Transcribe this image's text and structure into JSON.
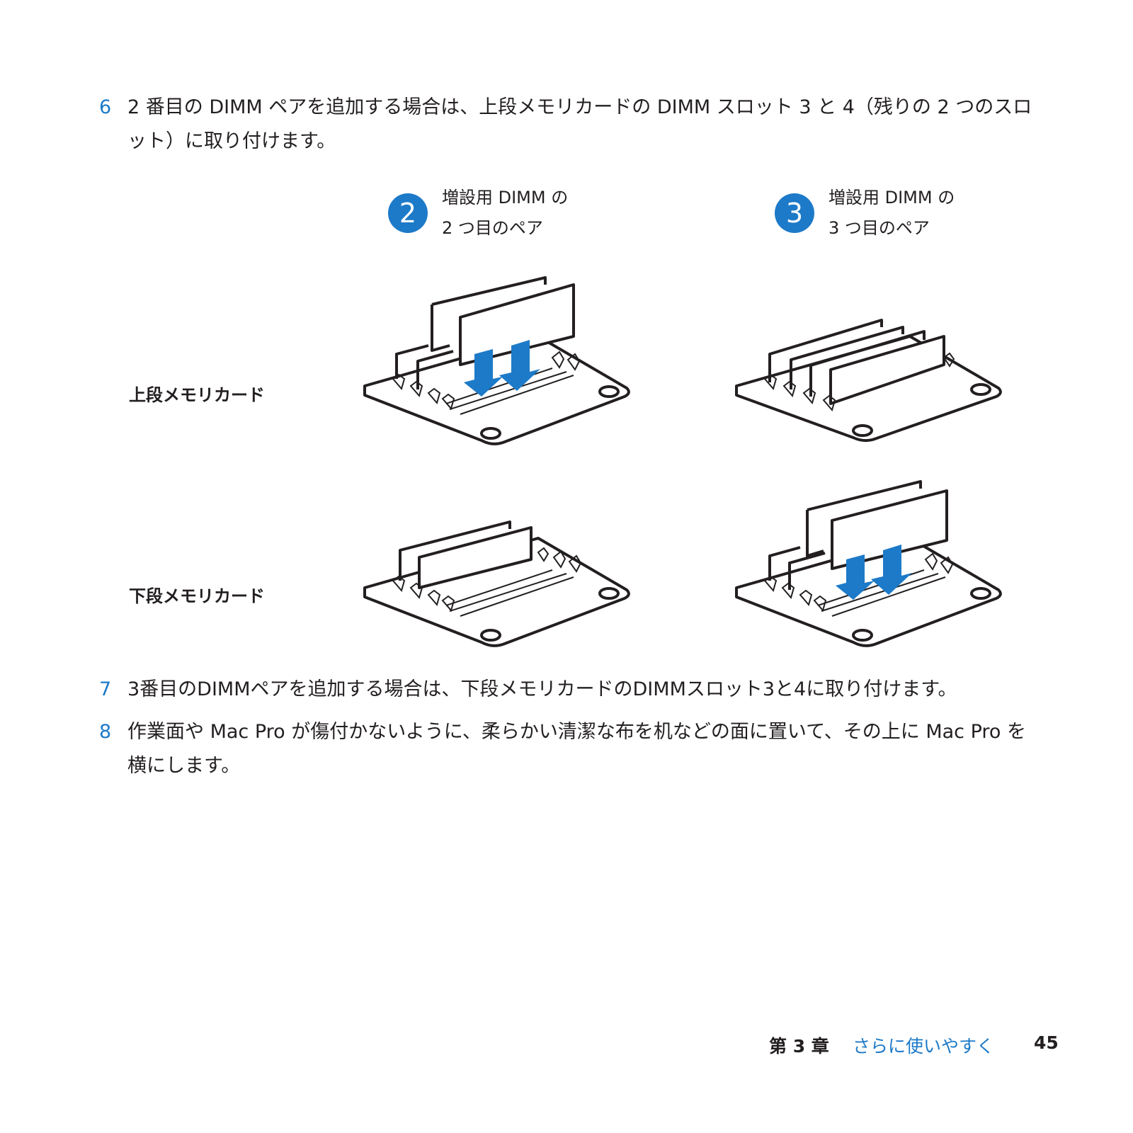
{
  "steps": [
    {
      "num": "6",
      "text": "2 番目の DIMM ペアを追加する場合は、上段メモリカードの DIMM スロット 3 と 4（残りの 2 つのスロット）に取り付けます。"
    },
    {
      "num": "7",
      "text": "3番目のDIMMペアを追加する場合は、下段メモリカードのDIMMスロット3と4に取り付けます。"
    },
    {
      "num": "8",
      "text": "作業面や Mac Pro が傷付かないように、柔らかい清潔な布を机などの面に置いて、その上に Mac Pro を横にします。"
    }
  ],
  "callouts": [
    {
      "badge": "2",
      "line1": "増設用 DIMM の",
      "line2": "2 つ目のペア"
    },
    {
      "badge": "3",
      "line1": "増設用 DIMM の",
      "line2": "3 つ目のペア"
    }
  ],
  "row_labels": {
    "upper": "上段メモリカード",
    "lower": "下段メモリカード"
  },
  "footer": {
    "chapter": "第 3 章",
    "title": "さらに使いやすく",
    "page": "45"
  },
  "colors": {
    "accent": "#1d7ac8",
    "text": "#231f20"
  },
  "icons": {
    "arrow": "down-arrow-icon",
    "board": "memory-card-illustration"
  }
}
